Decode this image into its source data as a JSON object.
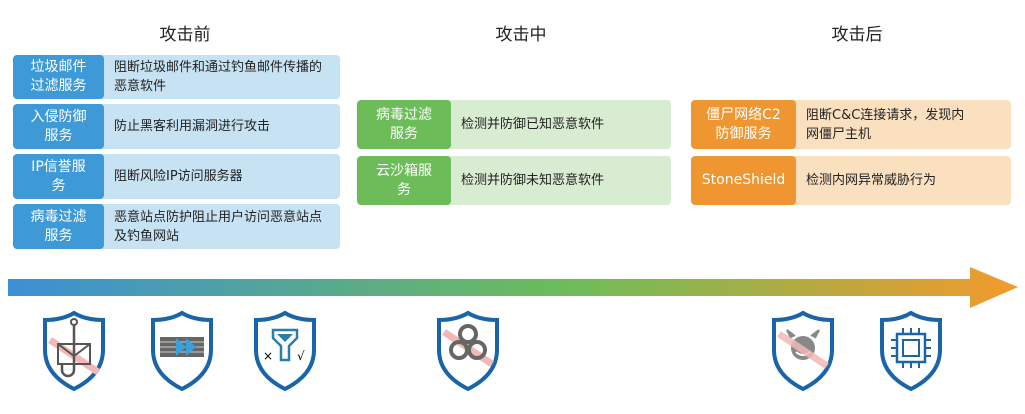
{
  "phases": [
    {
      "title": "攻击前",
      "items": [
        {
          "label": "垃圾邮件过滤服务",
          "desc": "阻断垃圾邮件和通过钓鱼邮件传播的恶意软件"
        },
        {
          "label": "入侵防御服务",
          "desc": "防止黑客利用漏洞进行攻击"
        },
        {
          "label": "IP信誉服务",
          "desc": "阻断风险IP访问服务器"
        },
        {
          "label": "病毒过滤服务",
          "desc": "恶意站点防护阻止用户访问恶意站点及钓鱼网站"
        }
      ]
    },
    {
      "title": "攻击中",
      "items": [
        {
          "label": "病毒过滤服务",
          "desc": "检测并防御已知恶意软件"
        },
        {
          "label": "云沙箱服务",
          "desc": "检测并防御未知恶意软件"
        }
      ]
    },
    {
      "title": "攻击后",
      "items": [
        {
          "label": "僵尸网络C2防御服务",
          "desc": "阻断C&C连接请求，发现内网僵尸主机"
        },
        {
          "label": "StoneShield",
          "desc": "检测内网异常威胁行为"
        }
      ]
    }
  ],
  "colors": {
    "blue": "#3d9ad6",
    "green": "#6cbd5a",
    "orange": "#ef9631",
    "shield": "#1a64a8"
  },
  "icons": [
    "anti-phishing-icon",
    "firewall-icon",
    "filter-icon",
    "biohazard-icon",
    "anti-bot-icon",
    "chip-icon"
  ],
  "filter_marks": {
    "x": "×",
    "check": "√"
  }
}
